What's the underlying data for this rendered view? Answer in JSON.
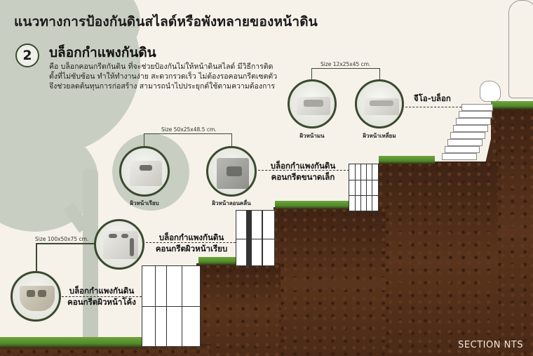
{
  "header": {
    "title": "แนวทางการป้องกันดินสไลด์หรือพังทลายของหน้าดิน",
    "step_number": "2",
    "subtitle": "บล็อกกำแพงกันดิน",
    "description": "คือ บล็อกคอนกรีตกันดิน ที่จะช่วยป้องกันไม่ให้หน้าดินสไลด์ มีวิธีการติดตั้งที่ไม่ซับซ้อน ทำให้ทำงานง่าย สะดวกรวดเร็ว ไม่ต้องรอคอนกรีตเซตตัว จึงช่วยลดต้นทุนการก่อสร้าง สามารถนำไปประยุกต์ใช้ตามความต้องการ"
  },
  "products": {
    "gio_block": {
      "size": "Size 12x25x45 cm.",
      "label": "จีโอ-บล็อก",
      "variants": [
        {
          "caption": "ผิวหน้ามน",
          "icon": "flat-u-block"
        },
        {
          "caption": "ผิวหน้าเหลี่ยม",
          "icon": "angular-u-block"
        }
      ]
    },
    "small_block": {
      "size": "Size 50x25x48.5 cm.",
      "label_line1": "บล็อกกำแพงกันดิน",
      "label_line2": "คอนกรีตขนาดเล็ก",
      "variants": [
        {
          "caption": "ผิวหน้าเรียบ",
          "icon": "smooth-face-block"
        },
        {
          "caption": "ผิวหน้าลอนคลื่น",
          "icon": "wavy-face-block"
        }
      ]
    },
    "smooth_block": {
      "size": "Size 100x50x75 cm.",
      "label_line1": "บล็อกกำแพงกันดิน",
      "label_line2": "คอนกรีตผิวหน้าเรียบ",
      "icon": "large-smooth-block"
    },
    "curved_block": {
      "label_line1": "บล็อกกำแพงกันดิน",
      "label_line2": "คอนกรีตผิวหน้าโค้ง",
      "icon": "curved-face-block"
    }
  },
  "footer": {
    "section_label": "SECTION NTS"
  },
  "colors": {
    "background": "#f6f2ea",
    "accent": "#3a4a2e",
    "soil": "#4a2a17",
    "grass": "#5c9631",
    "tree": "#c9cec2"
  }
}
